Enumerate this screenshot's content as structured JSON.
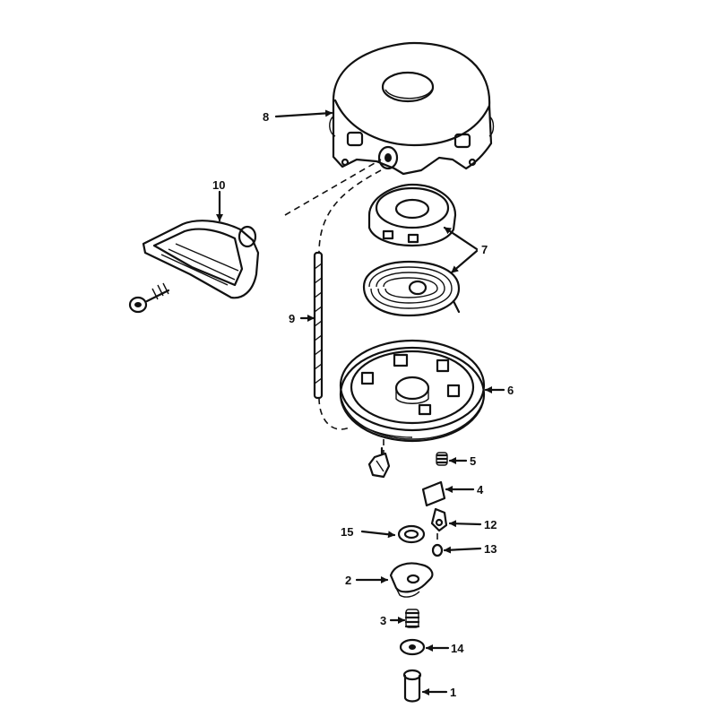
{
  "diagram": {
    "colors": {
      "ink": "#111111",
      "paper": "#ffffff"
    },
    "parts": [
      {
        "id": "1",
        "label": "1"
      },
      {
        "id": "2",
        "label": "2"
      },
      {
        "id": "3",
        "label": "3"
      },
      {
        "id": "4",
        "label": "4"
      },
      {
        "id": "5",
        "label": "5"
      },
      {
        "id": "6",
        "label": "6"
      },
      {
        "id": "7",
        "label": "7"
      },
      {
        "id": "8",
        "label": "8"
      },
      {
        "id": "9",
        "label": "9"
      },
      {
        "id": "10",
        "label": "10"
      },
      {
        "id": "12",
        "label": "12"
      },
      {
        "id": "13",
        "label": "13"
      },
      {
        "id": "14",
        "label": "14"
      },
      {
        "id": "15",
        "label": "15"
      }
    ]
  }
}
